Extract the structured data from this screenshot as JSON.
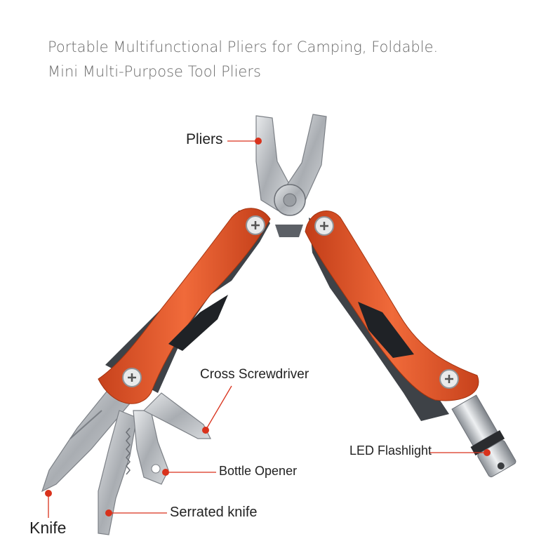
{
  "headline": {
    "line1": "Portable  Multifunctional Pliers for Camping, Foldable.",
    "line2": "Mini Multi-Purpose Tool Pliers"
  },
  "callouts": {
    "pliers": "Pliers",
    "cross_screwdriver": "Cross Screwdriver",
    "led_flashlight": "LED Flashlight",
    "bottle_opener": "Bottle Opener",
    "serrated_knife": "Serrated knife",
    "knife": "Knife"
  },
  "colors": {
    "handle": "#e0532a",
    "pointer": "#d9321c",
    "steel": "#b8bcc0"
  }
}
